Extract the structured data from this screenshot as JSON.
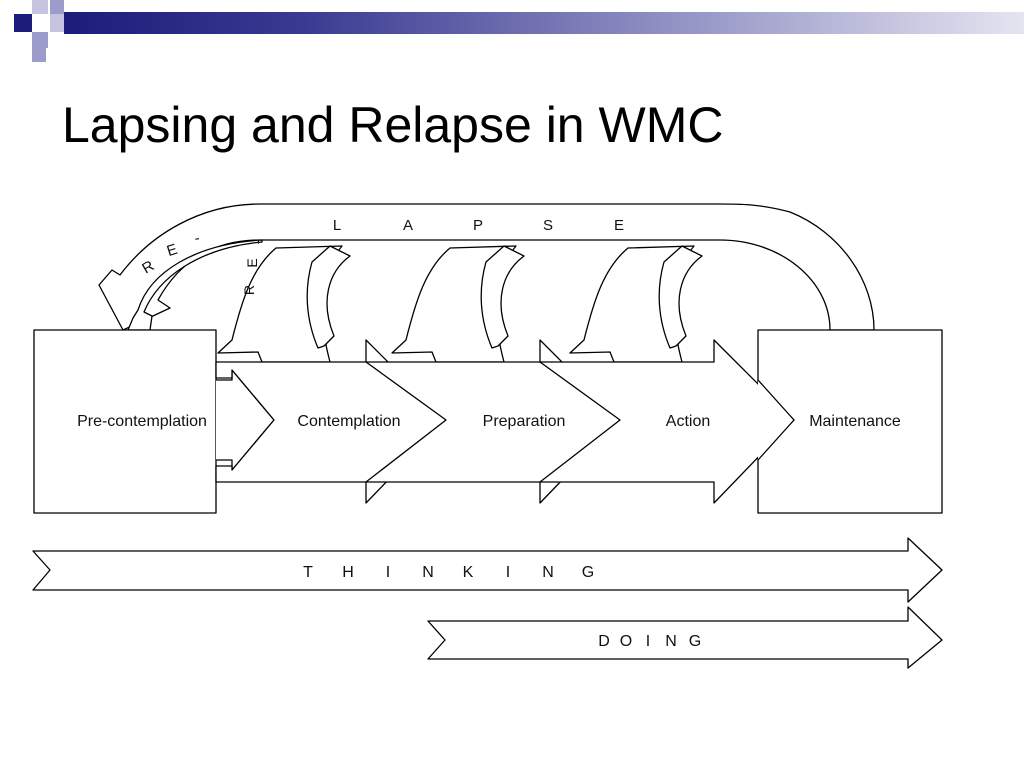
{
  "slide": {
    "title": "Lapsing and Relapse in WMC",
    "accent_dark": "#1c1c7a",
    "accent_light": "#9b9bcc"
  },
  "diagram": {
    "stages": [
      "Pre-contemplation",
      "Contemplation",
      "Preparation",
      "Action",
      "Maintenance"
    ],
    "lapse_letters": [
      "L",
      "A",
      "P",
      "S",
      "E"
    ],
    "relapse_outer_letters": [
      "R",
      "E",
      "-"
    ],
    "relapse_inner_letters": [
      "R",
      "E",
      "-"
    ],
    "thinking_letters": [
      "T",
      "H",
      "I",
      "N",
      "K",
      "I",
      "N",
      "G"
    ],
    "doing_letters": [
      "D",
      "O",
      "I",
      "N",
      "G"
    ]
  }
}
